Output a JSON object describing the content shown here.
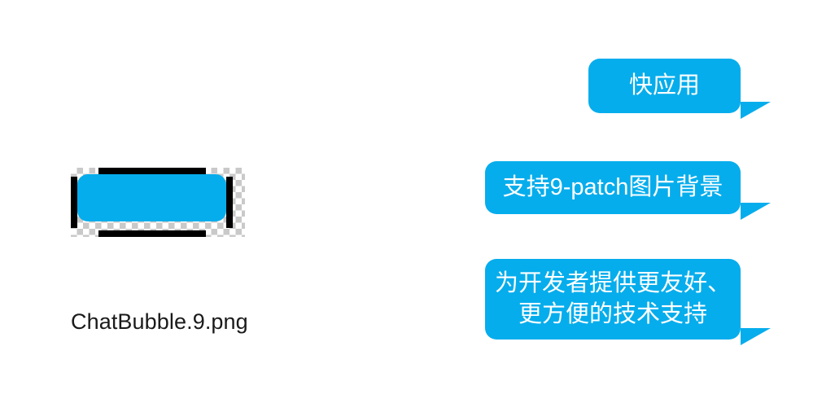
{
  "theme": {
    "bubble_color": "#06ADEC",
    "text_color": "#FFFFFF",
    "background_color": "#FFFFFF",
    "guide_color": "#000000",
    "label_color": "#1A1A1A"
  },
  "asset_preview": {
    "name": "nine-patch-source-image",
    "filename_label": "ChatBubble.9.png",
    "guides": {
      "top": "stretch-x",
      "bottom": "padding-x",
      "left": "stretch-y",
      "right": "padding-y"
    }
  },
  "messages": [
    {
      "id": "bubble-1",
      "text": "快应用",
      "align": "right",
      "has_tail": true
    },
    {
      "id": "bubble-2",
      "text": "支持9-patch图片背景",
      "align": "right",
      "has_tail": true
    },
    {
      "id": "bubble-3",
      "text": "为开发者提供更友好、\n更方便的技术支持",
      "align": "right",
      "has_tail": true
    }
  ]
}
